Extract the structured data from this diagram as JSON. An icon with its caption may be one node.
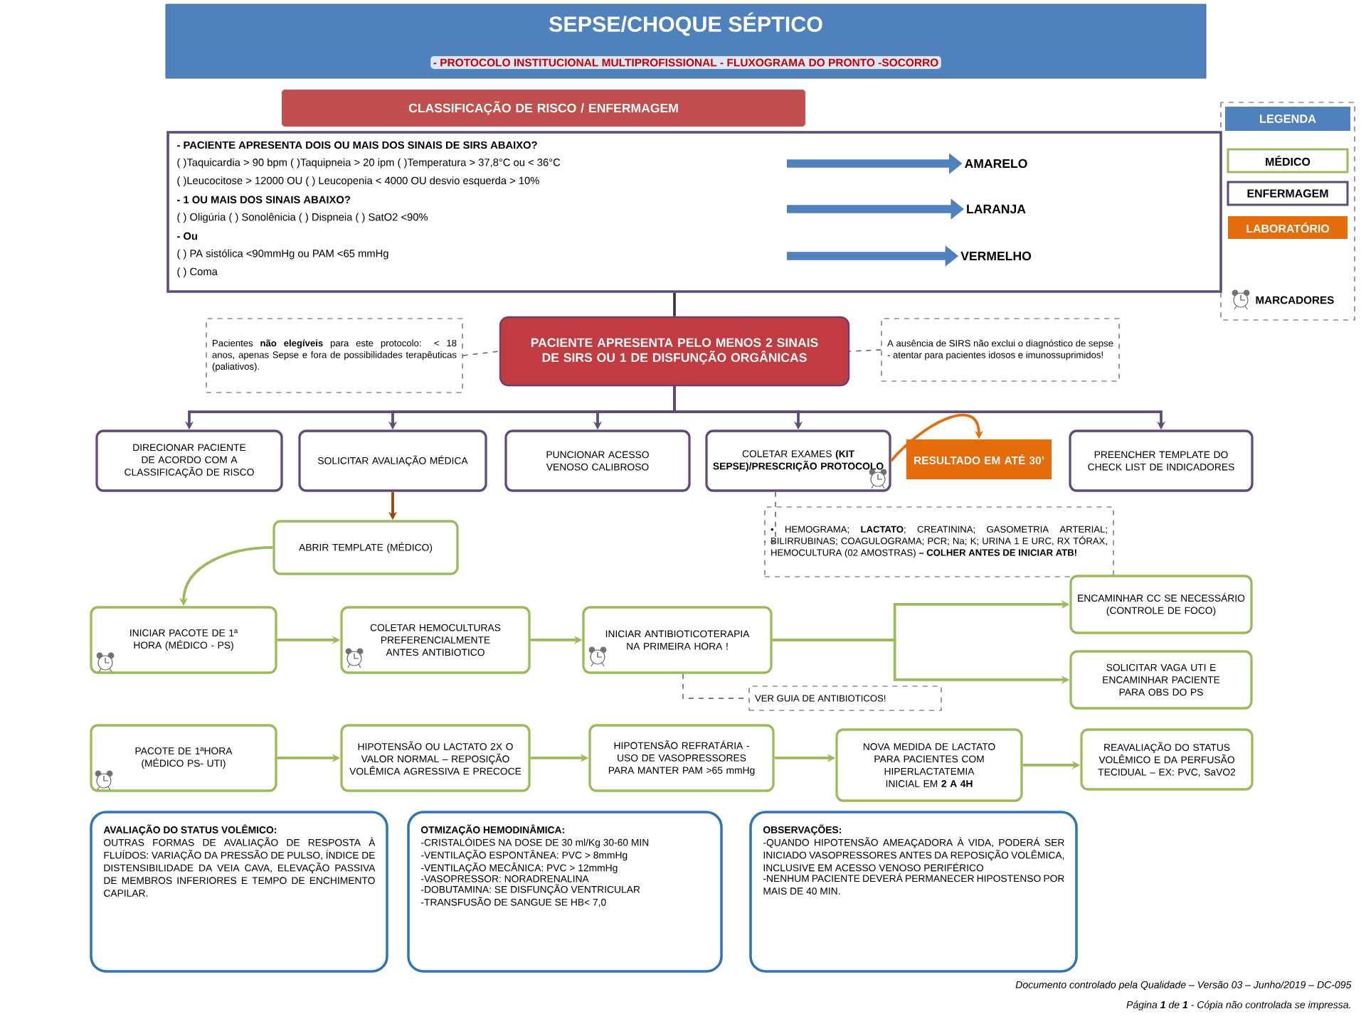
{
  "diagram": {
    "title": "SEPSE/CHOQUE SÉPTICO",
    "nodes": [
      {
        "text": [
          "- PROTOCOLO INSTITUCIONAL MULTIPROFISSIONAL - FLUXOGRAMA DO PRONTO -SOCORRO"
        ]
      },
      {
        "text": [
          "CLASSIFICAÇÃO DE RISCO / ENFERMAGEM"
        ]
      },
      {
        "text": [
          "- PACIENTE APRESENTA DOIS OU MAIS DOS SINAIS DE SIRS ABAIXO?",
          "( )Taquicardia > 90 bpm ( )Taquipneia > 20 ipm ( )Temperatura > 37,8°C ou < 36°C",
          "( )Leucocitose > 12000 OU ( ) Leucopenia < 4000 OU desvio esquerda > 10%",
          "- 1 OU MAIS DOS SINAIS ABAIXO?",
          "( ) Oligúria ( ) Sonolênicia ( ) Dispneia ( ) SatO2 <90%",
          "- Ou",
          "( ) PA sistólica <90mmHg ou PAM <65 mmHg",
          "( ) Coma"
        ]
      },
      {
        "text": [
          "AMARELO"
        ],
        "in": 2
      },
      {
        "text": [
          "LARANJA"
        ],
        "in": 2
      },
      {
        "text": [
          "VERMELHO"
        ],
        "in": 2
      },
      {
        "text": [
          "PACIENTE APRESENTA PELO MENOS 2 SINAIS DE SIRS OU 1 DE DISFUNÇÃO ORGÂNICAS"
        ]
      },
      {
        "text": [
          "Pacientes **não elegíveis** para este protocolo: < 18 anos, apenas Sepse e fora de possibilidades terapêuticas (paliativos)."
        ]
      },
      {
        "text": [
          "A ausência de SIRS não exclui o diagnóstico de sepse - atentar para pacientes idosos e imunossuprimidos!"
        ]
      },
      {
        "text": [
          "DIRECIONAR PACIENTE DE ACORDO COM A CLASSIFICAÇÃO DE RISCO"
        ]
      },
      {
        "text": [
          "SOLICITAR AVALIAÇÃO MÉDICA"
        ]
      },
      {
        "text": [
          "PUNCIONAR ACESSO VENOSO CALIBROSO"
        ]
      },
      {
        "text": [
          "COLETAR EXAMES **(KIT SEPSE)/PRESCRIÇÃO PROTOCOLO**"
        ]
      },
      {
        "text": [
          "RESULTADO EM ATÉ 30’"
        ]
      },
      {
        "text": [
          "PREENCHER TEMPLATE DO CHECK LIST DE INDICADORES"
        ]
      },
      {
        "text": [
          "• HEMOGRAMA; **LACTATO**; CREATININA; GASOMETRIA ARTERIAL; BILIRRUBINAS; COAGULOGRAMA; PCR; Na; K; URINA 1 E URC, RX TÓRAX, HEMOCULTURA (02 AMOSTRAS) **– COLHER ANTES DE INICIAR ATB!**"
        ]
      },
      {
        "text": [
          "ABRIR TEMPLATE (MÉDICO)"
        ]
      },
      {
        "text": [
          "INICIAR PACOTE DE 1ª HORA (MÉDICO - PS)"
        ]
      },
      {
        "text": [
          "COLETAR HEMOCULTURAS PREFERENCIALMENTE ANTES ANTIBIOTICO"
        ]
      },
      {
        "text": [
          "INICIAR ANTIBIOTICOTERAPIA NA PRIMEIRA HORA !"
        ]
      },
      {
        "text": [
          "ENCAMINHAR CC SE NECESSÁRIO (CONTROLE DE FOCO)"
        ]
      },
      {
        "text": [
          "SOLICITAR VAGA UTI E ENCAMINHAR PACIENTE PARA OBS DO PS"
        ]
      },
      {
        "text": [
          "VER GUIA DE ANTIBIOTICOS!"
        ]
      },
      {
        "text": [
          "PACOTE DE 1ªHORA (MÉDICO PS- UTI)"
        ]
      },
      {
        "text": [
          "HIPOTENSÃO OU LACTATO 2X O VALOR NORMAL – REPOSIÇÃO VOLÊMICA AGRESSIVA E PRECOCE"
        ]
      },
      {
        "text": [
          "HIPOTENSÃO REFRATÁRIA - USO DE VASOPRESSORES PARA MANTER PAM >65 mmHg"
        ]
      },
      {
        "text": [
          "NOVA MEDIDA DE LACTATO PARA PACIENTES COM HIPERLACTATEMIA INICIAL EM **2 A 4H**"
        ]
      },
      {
        "text": [
          "REAVALIAÇÃO DO STATUS VOLÊMICO E DA PERFUSÃO TECIDUAL – EX: PVC, SaVO2"
        ]
      },
      {
        "text": [
          "AVALIAÇÃO DO STATUS VOLÊMICO:",
          "OUTRAS FORMAS DE AVALIAÇÃO DE RESPOSTA À FLUÍDOS: VARIAÇÃO DA PRESSÃO DE PULSO, ÍNDICE DE DISTENSIBILIDADE DA VEIA CAVA, ELEVAÇÃO PASSIVA DE MEMBROS INFERIORES E TEMPO DE ENCHIMENTO CAPILAR."
        ]
      },
      {
        "text": [
          "OTMIZAÇÃO HEMODINÂMICA:",
          "-CRISTALÓIDES NA DOSE DE 30 ml/Kg 30-60 MIN",
          "-VENTILAÇÃO ESPONTÂNEA: PVC > 8mmHg",
          "-VENTILAÇÃO MECÂNICA: PVC > 12mmHg",
          "-VASOPRESSOR: NORADRENALINA",
          "-DOBUTAMINA: SE DISFUNÇÃO VENTRICULAR",
          "-TRANSFUSÃO DE SANGUE SE HB< 7,0"
        ]
      },
      {
        "text": [
          "OBSERVAÇÕES:",
          "-QUANDO HIPOTENSÃO AMEAÇADORA À VIDA, PODERÁ SER INICIADO VASOPRESSORES ANTES DA REPOSIÇÃO VOLÊMICA, INCLUSIVE EM ACESSO VENOSO PERIFÉRICO",
          "-NENHUM PACIENTE DEVERÁ PERMANECER HIPOSTENSO POR MAIS DE 40 MIN."
        ]
      }
    ],
    "edges": [
      {
        "from": 2,
        "to": 6,
        "arrow": "none",
        "color": "#3f3151"
      },
      {
        "from": 7,
        "to": 6,
        "arrow": "none",
        "style": "dashed",
        "color": "#44546a"
      },
      {
        "from": 8,
        "to": 6,
        "arrow": "none",
        "style": "dashed",
        "color": "#44546a"
      },
      {
        "from": null,
        "to": 3,
        "arrow": "to",
        "style": "thick",
        "color": "#4f81bd"
      },
      {
        "from": null,
        "to": 4,
        "arrow": "to",
        "style": "thick",
        "color": "#4f81bd"
      },
      {
        "from": null,
        "to": 5,
        "arrow": "to",
        "style": "thick",
        "color": "#4f81bd"
      },
      {
        "from": 6,
        "to": 9,
        "arrow": "to",
        "color": "#604a7b"
      },
      {
        "from": 6,
        "to": 10,
        "arrow": "to",
        "color": "#604a7b"
      },
      {
        "from": 6,
        "to": 11,
        "arrow": "to",
        "color": "#604a7b"
      },
      {
        "from": 6,
        "to": 12,
        "arrow": "to",
        "color": "#604a7b"
      },
      {
        "from": 6,
        "to": 14,
        "arrow": "to",
        "color": "#604a7b"
      },
      {
        "from": 12,
        "to": 13,
        "arrow": "to",
        "color": "#e46c0a"
      },
      {
        "from": 12,
        "to": 15,
        "arrow": "none",
        "style": "dashed",
        "color": "#44546a"
      },
      {
        "from": 10,
        "to": 16,
        "arrow": "to",
        "color": "#974706"
      },
      {
        "from": 16,
        "to": 17,
        "arrow": "to"
      },
      {
        "from": 17,
        "to": 18,
        "arrow": "to"
      },
      {
        "from": 18,
        "to": 19,
        "arrow": "to"
      },
      {
        "from": 19,
        "to": 20,
        "arrow": "to"
      },
      {
        "from": 19,
        "to": 21,
        "arrow": "to"
      },
      {
        "from": 19,
        "to": 22,
        "arrow": "none",
        "style": "dashed",
        "color": "#44546a"
      },
      {
        "from": 23,
        "to": 24,
        "arrow": "to"
      },
      {
        "from": 24,
        "to": 25,
        "arrow": "to"
      },
      {
        "from": 25,
        "to": 26,
        "arrow": "to"
      },
      {
        "from": 26,
        "to": 27,
        "arrow": "to"
      }
    ],
    "labels": [
      "LEGENDA",
      "Documento controlado pela Qualidade – Versão 03 – Junho/2019 – DC-095",
      "Página **1** de **1** - Cópia não controlada se impressa."
    ],
    "legend": [
      {
        "text": "MÉDICO",
        "color": "#9bbb59"
      },
      {
        "text": "ENFERMAGEM",
        "color": "#604a7b"
      },
      {
        "text": "LABORATÓRIO",
        "color": "#e46c0a"
      },
      {
        "text": "MARCADORES"
      }
    ]
  }
}
